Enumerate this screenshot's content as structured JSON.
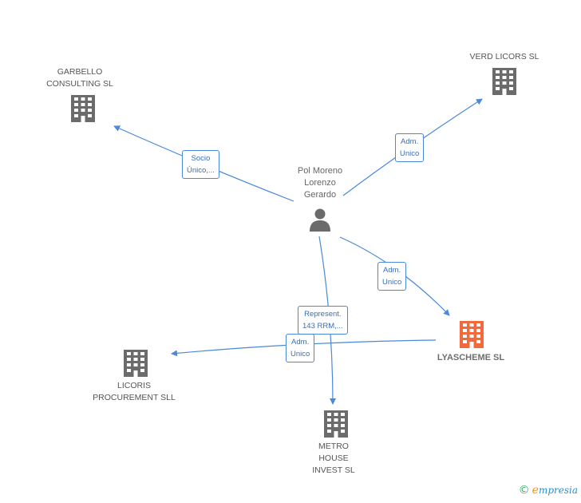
{
  "colors": {
    "edge": "#4a89dc",
    "company_icon": "#6b6b6b",
    "highlight_icon": "#f26a3b",
    "person_icon": "#6b6b6b"
  },
  "nodes": {
    "garbello": {
      "label": "GARBELLO\nCONSULTING  SL",
      "icon": "building-icon"
    },
    "verd": {
      "label": "VERD LICORS SL",
      "icon": "building-icon"
    },
    "person": {
      "label": "Pol Moreno\nLorenzo\nGerardo",
      "icon": "person-icon"
    },
    "lyascheme": {
      "label": "LYASCHEME SL",
      "icon": "building-icon"
    },
    "licoris": {
      "label": "LICORIS\nPROCUREMENT SLL",
      "icon": "building-icon"
    },
    "metro": {
      "label": "METRO\nHOUSE\nINVEST SL",
      "icon": "building-icon"
    }
  },
  "edges": {
    "socio": "Socio\nÚnico,...",
    "adm_verd": "Adm.\nUnico",
    "adm_lyas": "Adm.\nUnico",
    "represent": "Represent.\n143 RRM,...",
    "adm_licoris": "Adm.\nUnico"
  },
  "brand": {
    "copyright": "©",
    "initial": "e",
    "rest": "mpresia"
  }
}
